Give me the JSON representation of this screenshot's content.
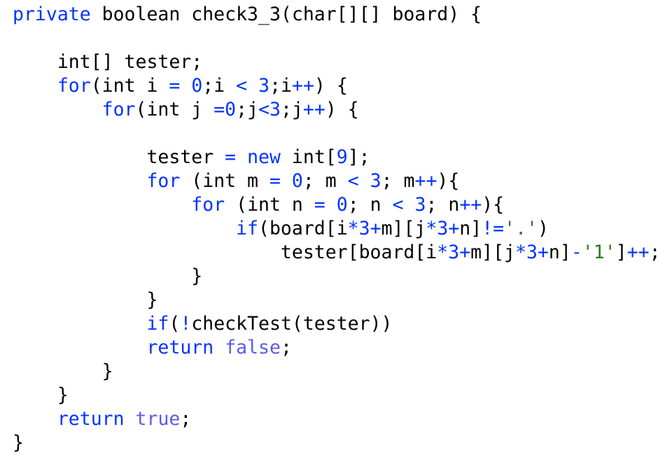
{
  "editor": {
    "language": "java",
    "colors": {
      "background": "#ffffff",
      "text": "#000000",
      "keyword": "#0433ff",
      "number": "#0433ff",
      "operator": "#0433ff",
      "boolean_literal": "#5b5bea",
      "char_literal": "#2a7a1e"
    },
    "lines": [
      "private boolean check3_3(char[][] board) {",
      "",
      "    int[] tester;",
      "    for(int i = 0;i < 3;i++) {",
      "        for(int j =0;j<3;j++) {",
      "",
      "            tester = new int[9];",
      "            for (int m = 0; m < 3; m++){",
      "                for (int n = 0; n < 3; n++){",
      "                    if(board[i*3+m][j*3+n]!='.')",
      "                        tester[board[i*3+m][j*3+n]-'1']++;",
      "                }",
      "            }",
      "            if(!checkTest(tester))",
      "            return false;",
      "        }",
      "    }",
      "    return true;",
      "}"
    ],
    "tokens": {
      "l0": [
        {
          "t": "private",
          "c": "kw"
        },
        {
          "t": " boolean check3_3(char[][] board) {"
        }
      ],
      "l2": [
        {
          "t": "    int[] tester;"
        }
      ],
      "l3": [
        {
          "t": "    "
        },
        {
          "t": "for",
          "c": "kw"
        },
        {
          "t": "(int i "
        },
        {
          "t": "=",
          "c": "op"
        },
        {
          "t": " "
        },
        {
          "t": "0",
          "c": "num"
        },
        {
          "t": ";i "
        },
        {
          "t": "<",
          "c": "op"
        },
        {
          "t": " "
        },
        {
          "t": "3",
          "c": "num"
        },
        {
          "t": ";i"
        },
        {
          "t": "++",
          "c": "op"
        },
        {
          "t": ") {"
        }
      ],
      "l4": [
        {
          "t": "        "
        },
        {
          "t": "for",
          "c": "kw"
        },
        {
          "t": "(int j "
        },
        {
          "t": "=",
          "c": "op"
        },
        {
          "t": "0",
          "c": "num"
        },
        {
          "t": ";j"
        },
        {
          "t": "<",
          "c": "op"
        },
        {
          "t": "3",
          "c": "num"
        },
        {
          "t": ";j"
        },
        {
          "t": "++",
          "c": "op"
        },
        {
          "t": ") {"
        }
      ],
      "l6": [
        {
          "t": "            tester "
        },
        {
          "t": "=",
          "c": "op"
        },
        {
          "t": " "
        },
        {
          "t": "new",
          "c": "kw"
        },
        {
          "t": " int["
        },
        {
          "t": "9",
          "c": "num"
        },
        {
          "t": "];"
        }
      ],
      "l7": [
        {
          "t": "            "
        },
        {
          "t": "for",
          "c": "kw"
        },
        {
          "t": " (int m "
        },
        {
          "t": "=",
          "c": "op"
        },
        {
          "t": " "
        },
        {
          "t": "0",
          "c": "num"
        },
        {
          "t": "; m "
        },
        {
          "t": "<",
          "c": "op"
        },
        {
          "t": " "
        },
        {
          "t": "3",
          "c": "num"
        },
        {
          "t": "; m"
        },
        {
          "t": "++",
          "c": "op"
        },
        {
          "t": "){"
        }
      ],
      "l8": [
        {
          "t": "                "
        },
        {
          "t": "for",
          "c": "kw"
        },
        {
          "t": " (int n "
        },
        {
          "t": "=",
          "c": "op"
        },
        {
          "t": " "
        },
        {
          "t": "0",
          "c": "num"
        },
        {
          "t": "; n "
        },
        {
          "t": "<",
          "c": "op"
        },
        {
          "t": " "
        },
        {
          "t": "3",
          "c": "num"
        },
        {
          "t": "; n"
        },
        {
          "t": "++",
          "c": "op"
        },
        {
          "t": "){"
        }
      ],
      "l9": [
        {
          "t": "                    "
        },
        {
          "t": "if",
          "c": "kw"
        },
        {
          "t": "(board[i"
        },
        {
          "t": "*",
          "c": "op"
        },
        {
          "t": "3",
          "c": "num"
        },
        {
          "t": "+",
          "c": "op"
        },
        {
          "t": "m][j"
        },
        {
          "t": "*",
          "c": "op"
        },
        {
          "t": "3",
          "c": "num"
        },
        {
          "t": "+",
          "c": "op"
        },
        {
          "t": "n]"
        },
        {
          "t": "!=",
          "c": "op"
        },
        {
          "t": "'.'",
          "c": "str"
        },
        {
          "t": ")"
        }
      ],
      "l10": [
        {
          "t": "                        tester[board[i"
        },
        {
          "t": "*",
          "c": "op"
        },
        {
          "t": "3",
          "c": "num"
        },
        {
          "t": "+",
          "c": "op"
        },
        {
          "t": "m][j"
        },
        {
          "t": "*",
          "c": "op"
        },
        {
          "t": "3",
          "c": "num"
        },
        {
          "t": "+",
          "c": "op"
        },
        {
          "t": "n]"
        },
        {
          "t": "-",
          "c": "op"
        },
        {
          "t": "'1'",
          "c": "str"
        },
        {
          "t": "]"
        },
        {
          "t": "++",
          "c": "op"
        },
        {
          "t": ";"
        }
      ],
      "l11": [
        {
          "t": "                }"
        }
      ],
      "l12": [
        {
          "t": "            }"
        }
      ],
      "l13": [
        {
          "t": "            "
        },
        {
          "t": "if",
          "c": "kw"
        },
        {
          "t": "("
        },
        {
          "t": "!",
          "c": "op"
        },
        {
          "t": "checkTest(tester))"
        }
      ],
      "l14": [
        {
          "t": "            "
        },
        {
          "t": "return",
          "c": "kw"
        },
        {
          "t": " "
        },
        {
          "t": "false",
          "c": "lit"
        },
        {
          "t": ";"
        }
      ],
      "l15": [
        {
          "t": "        }"
        }
      ],
      "l16": [
        {
          "t": "    }"
        }
      ],
      "l17": [
        {
          "t": "    "
        },
        {
          "t": "return",
          "c": "kw"
        },
        {
          "t": " "
        },
        {
          "t": "true",
          "c": "lit"
        },
        {
          "t": ";"
        }
      ],
      "l18": [
        {
          "t": "}"
        }
      ]
    }
  }
}
